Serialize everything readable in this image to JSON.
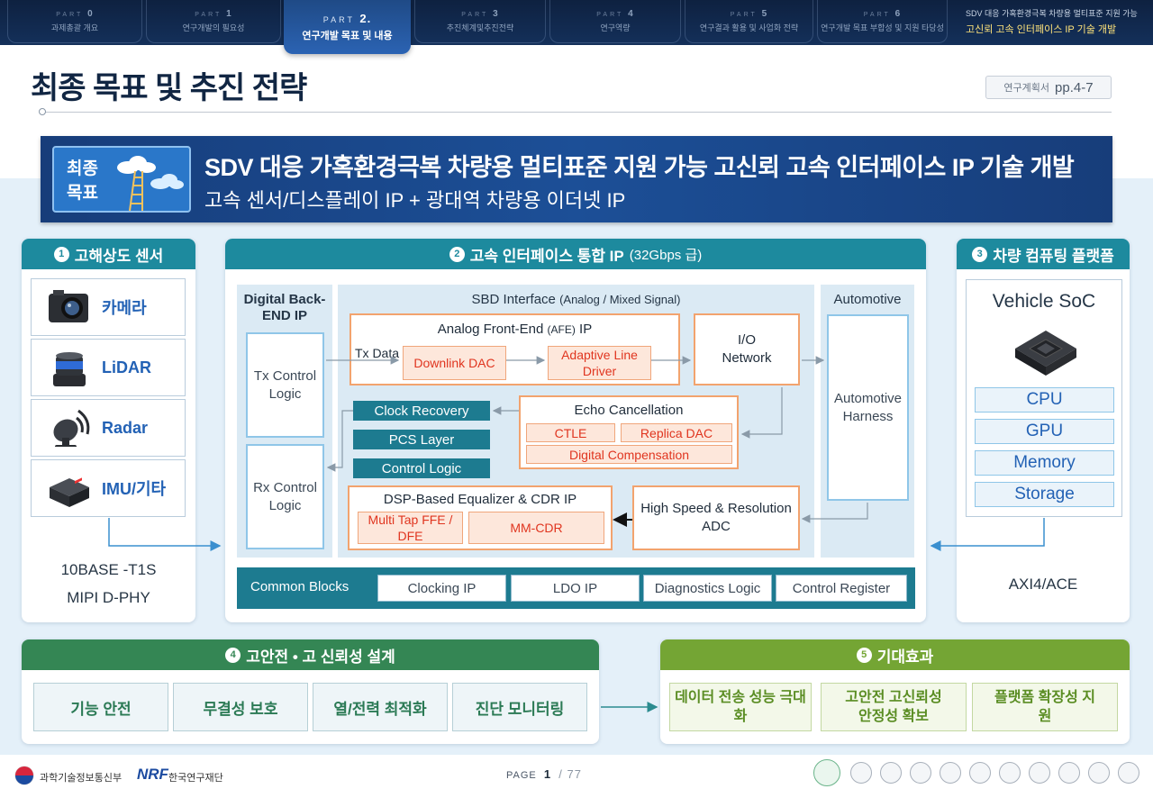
{
  "nav": {
    "tabs": [
      {
        "part": "0",
        "title": "과제총괄 개요"
      },
      {
        "part": "1",
        "title": "연구개발의 필요성"
      },
      {
        "part": "2",
        "title": "연구개발 목표 및 내용"
      },
      {
        "part": "3",
        "title": "추진체계및추진전략"
      },
      {
        "part": "4",
        "title": "연구역량"
      },
      {
        "part": "5",
        "title": "연구결과 활용 및 사업화 전략"
      },
      {
        "part": "6",
        "title": "연구개발 목표 부합성 및 지원 타당성"
      }
    ],
    "part_word": "PART",
    "subtitle_small": "SDV 대응 가혹환경극복 차량용 멀티표준 지원 가능",
    "subtitle_main": "고신뢰 고속 인터페이스 IP 기술 개발"
  },
  "header": {
    "title": "최종 목표 및 추진 전략",
    "ref_label": "연구계획서",
    "ref_pages": "pp.4-7"
  },
  "goal": {
    "badge_line1": "최종",
    "badge_line2": "목표",
    "main": "SDV 대응 가혹환경극복 차량용 멀티표준 지원 가능 고신뢰 고속 인터페이스 IP 기술 개발",
    "sub": "고속 센서/디스플레이 IP + 광대역 차량용 이더넷 IP"
  },
  "sensors": {
    "num": "1",
    "title": "고해상도 센서",
    "items": [
      "카메라",
      "LiDAR",
      "Radar",
      "IMU/기타"
    ],
    "footer1": "10BASE -T1S",
    "footer2": "MIPI D-PHY"
  },
  "ip": {
    "num": "2",
    "title": "고속 인터페이스 통합 IP",
    "title_suffix": "(32Gbps 급)",
    "dbe_title": "Digital Back-END IP",
    "tx": "Tx Control Logic",
    "rx": "Rx Control Logic",
    "sbd_title": "SBD Interface",
    "sbd_suffix": "(Analog / Mixed Signal)",
    "afe_title": "Analog Front-End",
    "afe_mid": "(AFE)",
    "afe_end": "IP",
    "tx_data": "Tx Data",
    "downlink": "Downlink DAC",
    "adaptive": "Adaptive Line Driver",
    "io": "I/O Network",
    "echo_title": "Echo Cancellation",
    "ctle": "CTLE",
    "replica": "Replica DAC",
    "digital_comp": "Digital Compensation",
    "clock_recovery": "Clock Recovery",
    "pcs": "PCS Layer",
    "control_logic": "Control Logic",
    "dsp_title": "DSP-Based Equalizer & CDR IP",
    "ffe": "Multi Tap FFE / DFE",
    "mmcdr": "MM-CDR",
    "adc": "High Speed & Resolution ADC",
    "auto_title": "Automotive",
    "auto_harness": "Automotive Harness",
    "common_label": "Common Blocks",
    "common": [
      "Clocking IP",
      "LDO IP",
      "Diagnostics Logic",
      "Control Register"
    ]
  },
  "soc": {
    "num": "3",
    "title": "차량 컴퓨팅 플랫폼",
    "vehicle": "Vehicle SoC",
    "items": [
      "CPU",
      "GPU",
      "Memory",
      "Storage"
    ],
    "footer": "AXI4/ACE"
  },
  "safety": {
    "num": "4",
    "title": "고안전 • 고 신뢰성 설계",
    "items": [
      "기능 안전",
      "무결성 보호",
      "열/전력 최적화",
      "진단 모니터링"
    ]
  },
  "effect": {
    "num": "5",
    "title": "기대효과",
    "items": [
      "데이터 전송 성능 극대화",
      "고안전 고신뢰성 안정성 확보",
      "플랫폼 확장성 지원"
    ]
  },
  "footer": {
    "ministry": "과학기술정보통신부",
    "nrf_mark": "NRF",
    "nrf_name": "한국연구재단",
    "page_label": "PAGE",
    "page_num": "1",
    "page_total": "/ 77"
  },
  "colors": {
    "navy": "#112643",
    "teal": "#1d8a9e",
    "green": "#348654",
    "olive": "#74a534",
    "orange": "#f2a36e",
    "accent_yellow": "#ffe37a"
  }
}
